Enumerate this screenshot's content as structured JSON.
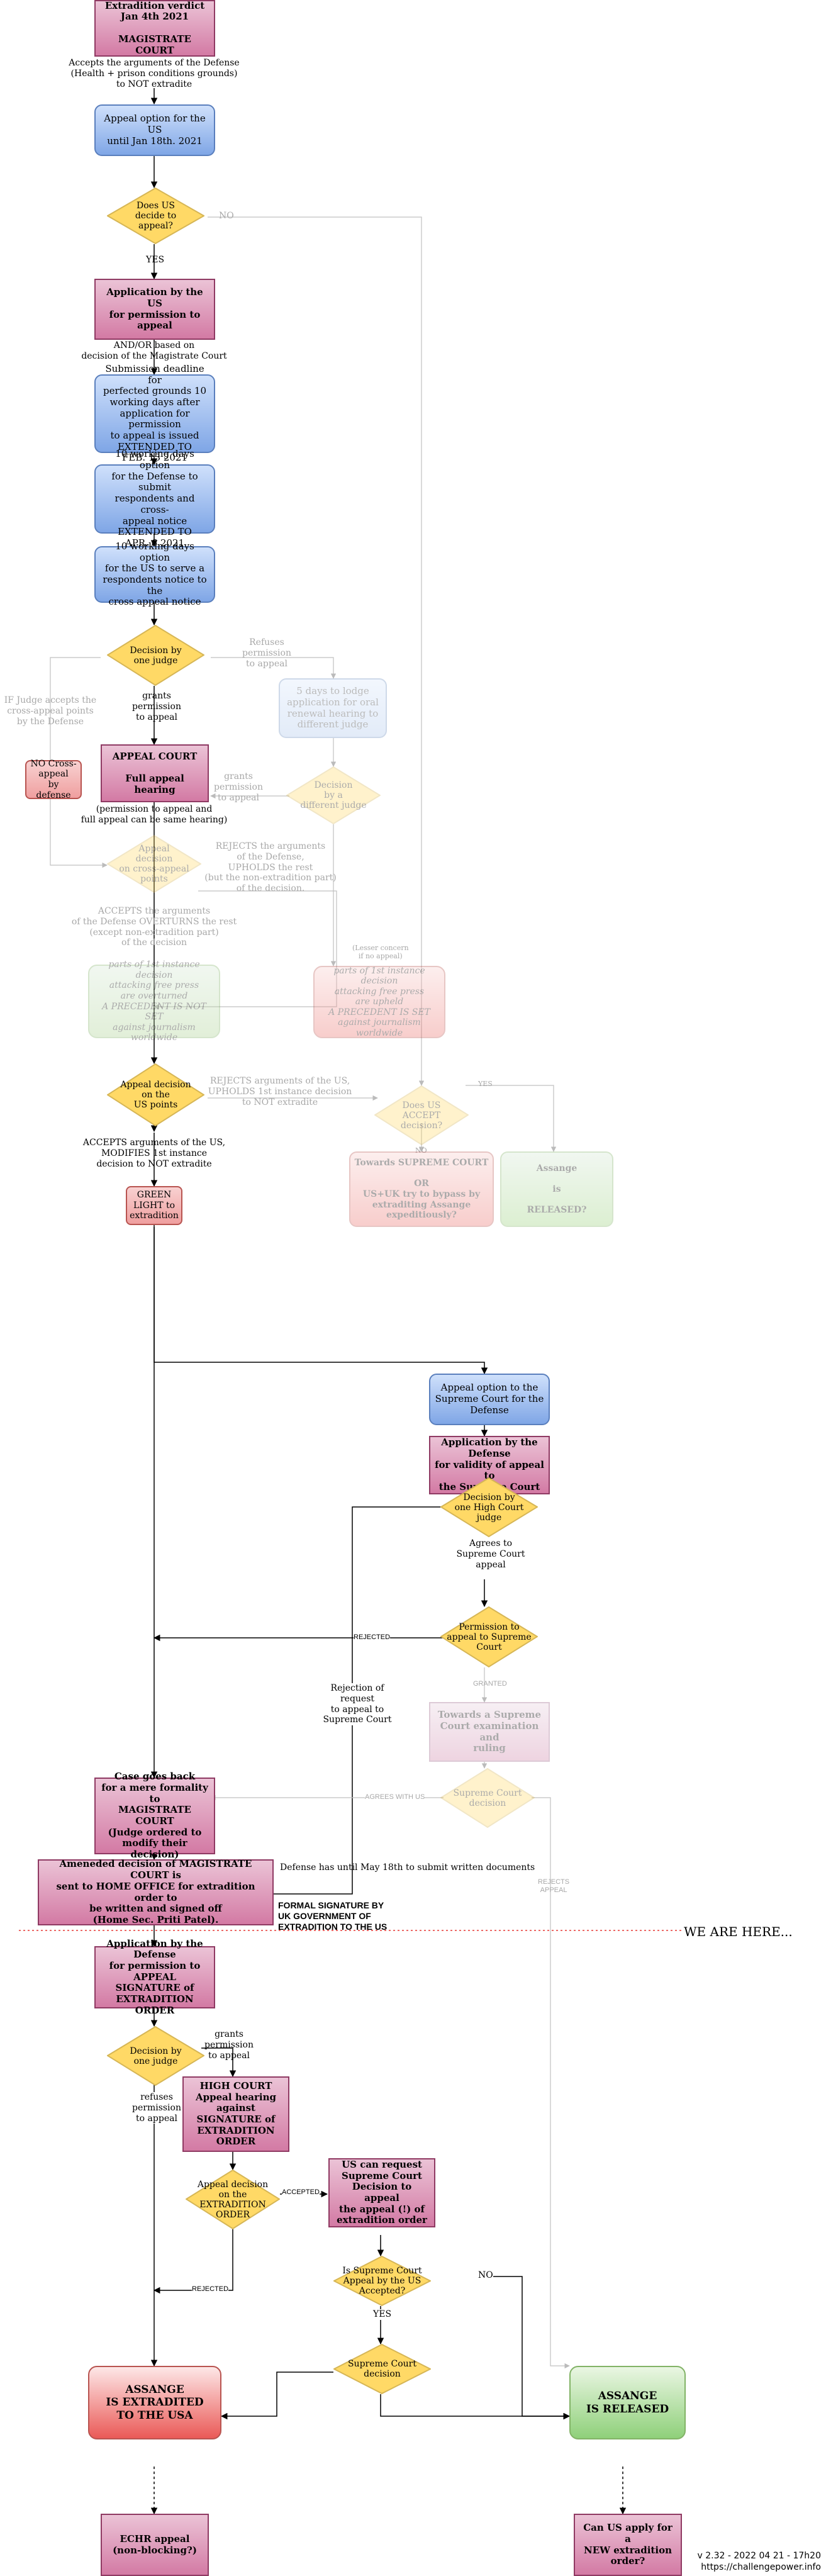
{
  "nodes": {
    "verdict": "Extradition verdict\nJan 4th 2021\n\nMAGISTRATE COURT",
    "appeal_option_us": "Appeal option for the US\nuntil Jan 18th. 2021",
    "does_us_decide": "Does US\ndecide to\nappeal?",
    "application_us": "Application by the US\nfor permission to\nappeal",
    "submission_deadline": "Submission deadline for\nperfected grounds 10\nworking days after\napplication for permission\nto appeal is issued\nEXTENDED TO\nFEB. 13 2021",
    "ten_days_defense": "10 working days option\nfor the Defense to submit\nrespondents and cross-\nappeal notice\nEXTENDED TO\nAPR. 6 2021",
    "ten_days_us": "10 working days option\nfor the US to serve a\nrespondents notice  to the\ncross appeal notice",
    "decision_one_judge": "Decision by\none judge",
    "five_days": "5 days to lodge\napplication for oral\nrenewal hearing to\ndifferent judge",
    "decision_different_judge": "Decision\nby a\ndifferent judge",
    "appeal_court": "APPEAL COURT\n\nFull appeal hearing",
    "no_cross_appeal": "NO Cross-\nappeal\nby defense",
    "appeal_decision_cross": "Appeal\ndecision\non cross-appeal\npoints",
    "green_faded": "parts of 1st instance\ndecision\nattacking free press\nare overturned\nA PRECEDENT IS NOT SET\nagainst journalism\nworldwide",
    "red_faded": "parts of 1st instance decision\nattacking free press\nare upheld\nA PRECEDENT IS SET\nagainst journalism worldwide",
    "appeal_decision_us": "Appeal decision\non the\nUS points",
    "does_us_accept": "Does US\nACCEPT\ndecision?",
    "towards_supreme": "Towards SUPREME COURT\n\nOR\nUS+UK try to bypass by\nextraditing Assange\nexpeditiously?",
    "assange_released_q": "Assange\n\nis\n\nRELEASED?",
    "green_light": "GREEN\nLIGHT to\nextradition",
    "appeal_option_supreme": "Appeal option to the\nSupreme Court for the\nDefense",
    "application_defense_validity": "Application by the\nDefense\nfor validity of appeal to\nthe Supreme Court",
    "decision_high_court": "Decision by\none High Court\njudge",
    "permission_supreme": "Permission to\nappeal to Supreme\nCourt",
    "towards_supreme_exam": "Towards a Supreme\nCourt examination and\nruling",
    "supreme_decision_faded": "Supreme Court\ndecision",
    "case_goes_back": "Case goes back\nfor a mere formality to\nMAGISTRATE COURT\n(Judge ordered to\nmodify their decision)",
    "amended_decision": "Ameneded decision of MAGISTRATE COURT is\nsent to HOME OFFICE for extradition order to\nbe written and signed off\n(Home Sec. Priti Patel).",
    "application_signature": "Application by the\nDefense\nfor permission to\nAPPEAL SIGNATURE of\nEXTRADITION ORDER",
    "decision_one_judge_2": "Decision by\none judge",
    "high_court_signature": "HIGH COURT\nAppeal hearing\nagainst\nSIGNATURE of\nEXTRADITION\nORDER",
    "appeal_decision_order": "Appeal decision\non the\nEXTRADITION\nORDER",
    "us_can_request": "US can request\nSupreme Court\nDecision to appeal\nthe appeal (!) of\nextradition order",
    "is_supreme_accepted": "Is Supreme Court\nAppeal by the US\nAccepted?",
    "supreme_decision": "Supreme Court\ndecision",
    "assange_extradited": "ASSANGE\nIS EXTRADITED\nTO THE USA",
    "assange_released": "ASSANGE\nIS RELEASED",
    "echr": "ECHR appeal\n(non-blocking?)",
    "new_extradition": "Can US apply for a\nNEW extradition\norder?"
  },
  "labels": {
    "accepts_defense": "Accepts the arguments of the Defense\n(Health + prison conditions grounds)\nto NOT extradite",
    "no": "NO",
    "yes": "YES",
    "and_or": "AND/OR based on\ndecision of the Magistrate Court",
    "refuses_permission": "Refuses\npermission\nto appeal",
    "grants_permission": "grants\npermission\nto appeal",
    "if_judge_accepts": "IF Judge accepts the\ncross-appeal points\nby the Defense",
    "grants_permission_2": "grants\npermission\nto appeal",
    "permission_note": "(permission to appeal and\nfull appeal can be same hearing)",
    "rejects_defense": "REJECTS the arguments\nof the Defense,\nUPHOLDS the rest\n(but the non-extradition part)\nof the decision.",
    "accepts_defense_overturns": "ACCEPTS the arguments\nof the Defense OVERTURNS the rest\n(except non-extradition part)\nof the decision",
    "lesser_concern": "(Lesser concern\nif no appeal)",
    "rejects_us": "REJECTS arguments of the US,\nUPHOLDS 1st instance decision\nto NOT extradite",
    "no_2": "NO",
    "yes_2": "YES",
    "accepts_us": "ACCEPTS arguments of the US,\nMODIFIES 1st instance\ndecision to NOT extradite",
    "agrees_supreme": "Agrees to\nSupreme Court appeal",
    "rejected": "REJECTED",
    "rejection_request": "Rejection of request\nto appeal to\nSupreme Court",
    "granted": "GRANTED",
    "agrees_with_us": "AGREES WITH US",
    "rejects_appeal": "REJECTS\nAPPEAL",
    "defense_may18": "Defense has until May 18th to submit written documents",
    "formal_signature": "FORMAL SIGNATURE BY\nUK GOVERNMENT OF\nEXTRADITION TO THE US",
    "we_are_here": "WE ARE HERE...",
    "grants_permission_3": "grants\npermission\nto appeal",
    "refuses_permission_2": "refuses\npermission\nto appeal",
    "accepted": "ACCEPTED",
    "rejected_2": "REJECTED",
    "no_3": "NO",
    "yes_3": "YES"
  },
  "footer": {
    "version": "v 2.32  - 2022 04 21 - 17h20",
    "url": "https://challengepower.info"
  },
  "colors": {
    "pink": "#cf6a9a",
    "blue": "#7fa6e6",
    "diamond": "#ffd966",
    "green": "#82b366",
    "red": "#ea5a57",
    "we_are_here_line": "#e53935"
  }
}
